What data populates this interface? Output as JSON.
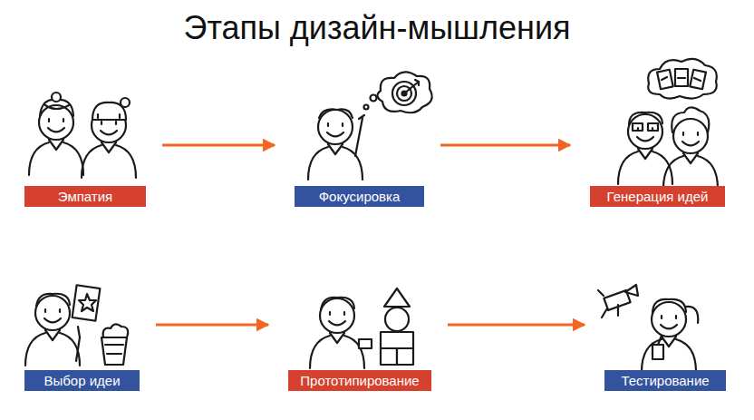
{
  "diagram": {
    "title": "Этапы дизайн-мышления",
    "nodes": [
      {
        "text": [
          "Эмпатия"
        ]
      },
      {
        "text": [
          "Фокусировка"
        ]
      },
      {
        "text": [
          "Генерация идей"
        ]
      },
      {
        "text": [
          "Выбор идеи"
        ]
      },
      {
        "text": [
          "Прототипирование"
        ]
      },
      {
        "text": [
          "Тестирование"
        ]
      }
    ],
    "edges": [
      {
        "from": 0,
        "to": 1,
        "arrow": "to"
      },
      {
        "from": 1,
        "to": 2,
        "arrow": "to"
      },
      {
        "from": 3,
        "to": 4,
        "arrow": "to"
      },
      {
        "from": 4,
        "to": 5,
        "arrow": "to"
      }
    ]
  }
}
